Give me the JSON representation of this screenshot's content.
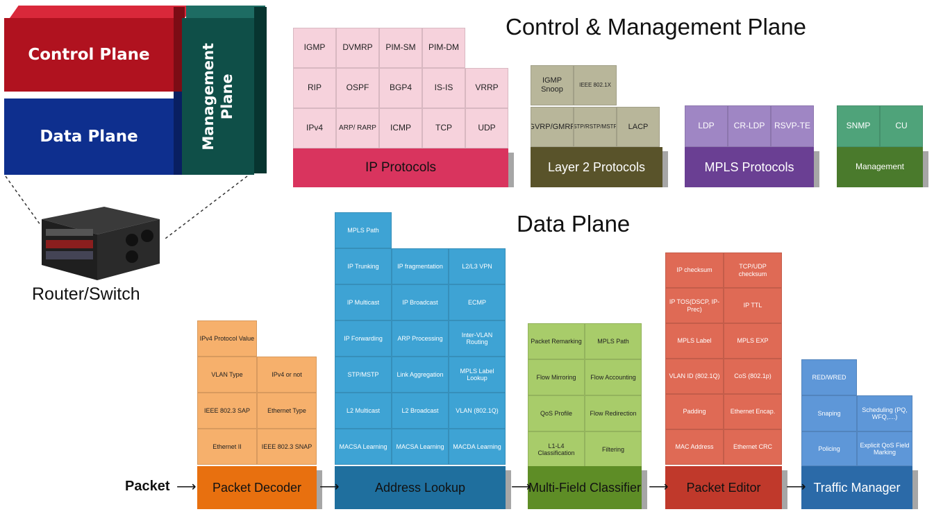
{
  "headings": {
    "control": "Control & Management Plane",
    "data": "Data Plane"
  },
  "legend": {
    "control_plane": "Control Plane",
    "data_plane": "Data Plane",
    "management_plane": "Management Plane",
    "device_label": "Router/Switch"
  },
  "control_groups": {
    "ip": {
      "label": "IP Protocols",
      "rows": [
        [
          "IGMP",
          "DVMRP",
          "PIM-SM",
          "PIM-DM"
        ],
        [
          "RIP",
          "OSPF",
          "BGP4",
          "IS-IS",
          "VRRP"
        ],
        [
          "IPv4",
          "ARP/ RARP",
          "ICMP",
          "TCP",
          "UDP"
        ]
      ]
    },
    "l2": {
      "label": "Layer 2 Protocols",
      "rows": [
        [
          "IGMP Snoop",
          "IEEE 802.1X"
        ],
        [
          "GVRP/GMRP",
          "STP/RSTP/MSTP",
          "LACP"
        ]
      ]
    },
    "mpls": {
      "label": "MPLS Protocols",
      "rows": [
        [
          "LDP",
          "CR-LDP",
          "RSVP-TE"
        ]
      ]
    },
    "mgmt": {
      "label": "Management",
      "rows": [
        [
          "SNMP",
          "CU"
        ]
      ]
    }
  },
  "pipeline": {
    "input_label": "Packet",
    "decoder": {
      "label": "Packet Decoder",
      "cells": [
        "IPv4 Protocol Value",
        "VLAN Type",
        "IPv4 or not",
        "IEEE 802.3 SAP",
        "Ethernet Type",
        "Ethernet II",
        "IEEE 802.3 SNAP"
      ]
    },
    "lookup": {
      "label": "Address Lookup",
      "cells": [
        "MPLS Path",
        "IP Trunking",
        "IP fragmentation",
        "L2/L3 VPN",
        "IP Multicast",
        "IP Broadcast",
        "ECMP",
        "IP Forwarding",
        "ARP Processing",
        "Inter-VLAN Routing",
        "STP/MSTP",
        "Link Aggregation",
        "MPLS Label Lookup",
        "L2 Multicast",
        "L2 Broadcast",
        "VLAN (802.1Q)",
        "MACSA Learning",
        "MACSA Learning",
        "MACDA Learning"
      ]
    },
    "classifier": {
      "label": "Multi-Field Classifier",
      "cells": [
        "Packet Remarking",
        "MPLS Path",
        "Flow Mirroring",
        "Flow Accounting",
        "QoS Profile",
        "Flow Redirection",
        "L1-L4 Classification",
        "Filtering"
      ]
    },
    "editor": {
      "label": "Packet Editor",
      "cells": [
        "IP checksum",
        "TCP/UDP checksum",
        "IP TOS(DSCP, IP-Prec)",
        "IP TTL",
        "MPLS Label",
        "MPLS EXP",
        "VLAN ID (802.1Q)",
        "CoS (802.1p)",
        "Padding",
        "Ethernet Encap.",
        "MAC Address",
        "Ethernet CRC"
      ]
    },
    "traffic": {
      "label": "Traffic Manager",
      "cells": [
        "RED/WRED",
        "Snaping",
        "Scheduling (PQ, WFQ,....)",
        "Policing",
        "Explicit QoS Field Marking"
      ]
    }
  },
  "colors": {
    "ip": "#d9345e",
    "ip_light": "#f6d2dc",
    "l2": "#59532a",
    "l2_light": "#b8b69a",
    "mpls": "#6a3f93",
    "mpls_light": "#9f86c4",
    "mgmt": "#4a7a2c",
    "mgmt_light": "#4fa37a",
    "decoder": "#e8700f",
    "decoder_light": "#f6b06c",
    "lookup": "#1f6f9e",
    "lookup_light": "#3ea3d4",
    "classifier": "#5e8d26",
    "classifier_light": "#a8cc6a",
    "editor": "#c0392b",
    "editor_light": "#df6a55",
    "traffic": "#2b6aa8",
    "traffic_light": "#5e97d8",
    "legend_control": "#b0121f",
    "legend_data": "#0e2f8e",
    "legend_mgmt": "#0f4f48"
  }
}
